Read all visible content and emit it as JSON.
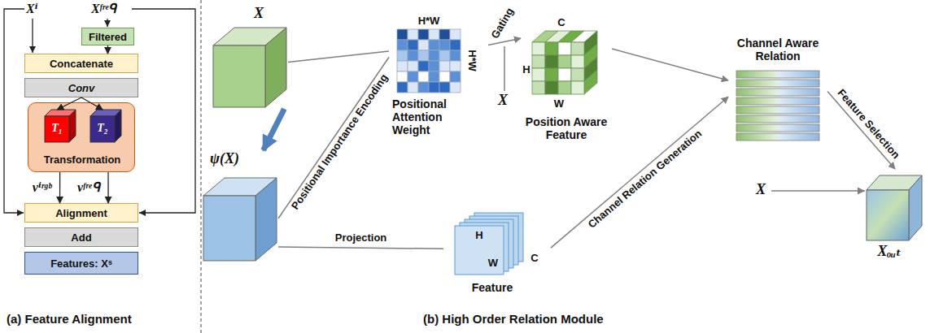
{
  "diagram": {
    "nodes": [
      {
        "text": [
          "Filtered"
        ]
      },
      {
        "text": [
          "Concatenate"
        ]
      },
      {
        "text": [
          "Conv"
        ]
      },
      {
        "text": [
          "Transformation"
        ]
      },
      {
        "text": [
          "T₁"
        ],
        "in": 3
      },
      {
        "text": [
          "T₂"
        ],
        "in": 3
      },
      {
        "text": [
          "Alignment"
        ]
      },
      {
        "text": [
          "Add"
        ]
      },
      {
        "text": [
          "Features: Xˢ"
        ]
      },
      {
        "text": [
          "X"
        ]
      },
      {
        "text": [
          "ψ(X)"
        ]
      },
      {
        "text": [
          "H*W",
          "H*W",
          "Positional Attention Weight"
        ]
      },
      {
        "text": [
          "H",
          "W",
          "C",
          "Feature"
        ]
      },
      {
        "text": [
          "C",
          "H",
          "W",
          "Position Aware Feature"
        ]
      },
      {
        "text": [
          "Channel Aware Relation"
        ]
      },
      {
        "text": [
          "Xₒᵤₜ"
        ]
      }
    ],
    "edges": [
      {
        "from": 0,
        "to": 1,
        "arrow": "to"
      },
      {
        "from": 2,
        "to": 4,
        "arrow": "to"
      },
      {
        "from": 2,
        "to": 5,
        "arrow": "to"
      },
      {
        "from": 3,
        "to": 6,
        "arrow": "to",
        "label": "vⁱʳᵍᵇ"
      },
      {
        "from": 3,
        "to": 6,
        "arrow": "to",
        "label": "vᶠʳᵉᑫ"
      },
      {
        "from": 9,
        "to": 11,
        "arrow": "none"
      },
      {
        "from": 9,
        "to": 10,
        "arrow": "to"
      },
      {
        "from": 10,
        "to": 11,
        "arrow": "none",
        "label": "Positional Importance Encoding"
      },
      {
        "from": 10,
        "to": 12,
        "arrow": "none",
        "label": "Projection"
      },
      {
        "from": 11,
        "to": 13,
        "arrow": "to",
        "label": "Gating"
      },
      {
        "from": 12,
        "to": 14,
        "arrow": "to",
        "label": "Channel Relation Generation"
      },
      {
        "from": 13,
        "to": 14,
        "arrow": "to"
      },
      {
        "from": 14,
        "to": 15,
        "arrow": "to",
        "label": "Feature Selection"
      }
    ],
    "labels": [
      "Xⁱ",
      "Xᶠʳᵉᑫ",
      "X",
      "X",
      "(a) Feature Alignment",
      "(b) High Order Relation Module"
    ]
  }
}
